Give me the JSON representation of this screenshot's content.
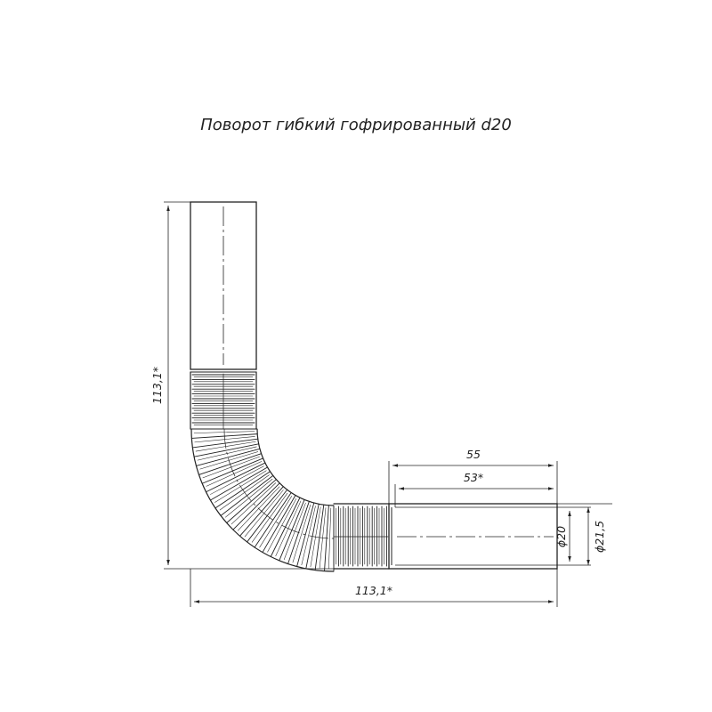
{
  "title": "Поворот гибкий гофрированный d20",
  "dimensions": {
    "height_total": "113,1*",
    "width_total": "113,1*",
    "socket_length": "55",
    "inner_length": "53*",
    "inner_diameter": "ϕ20",
    "outer_diameter": "ϕ21,5"
  }
}
